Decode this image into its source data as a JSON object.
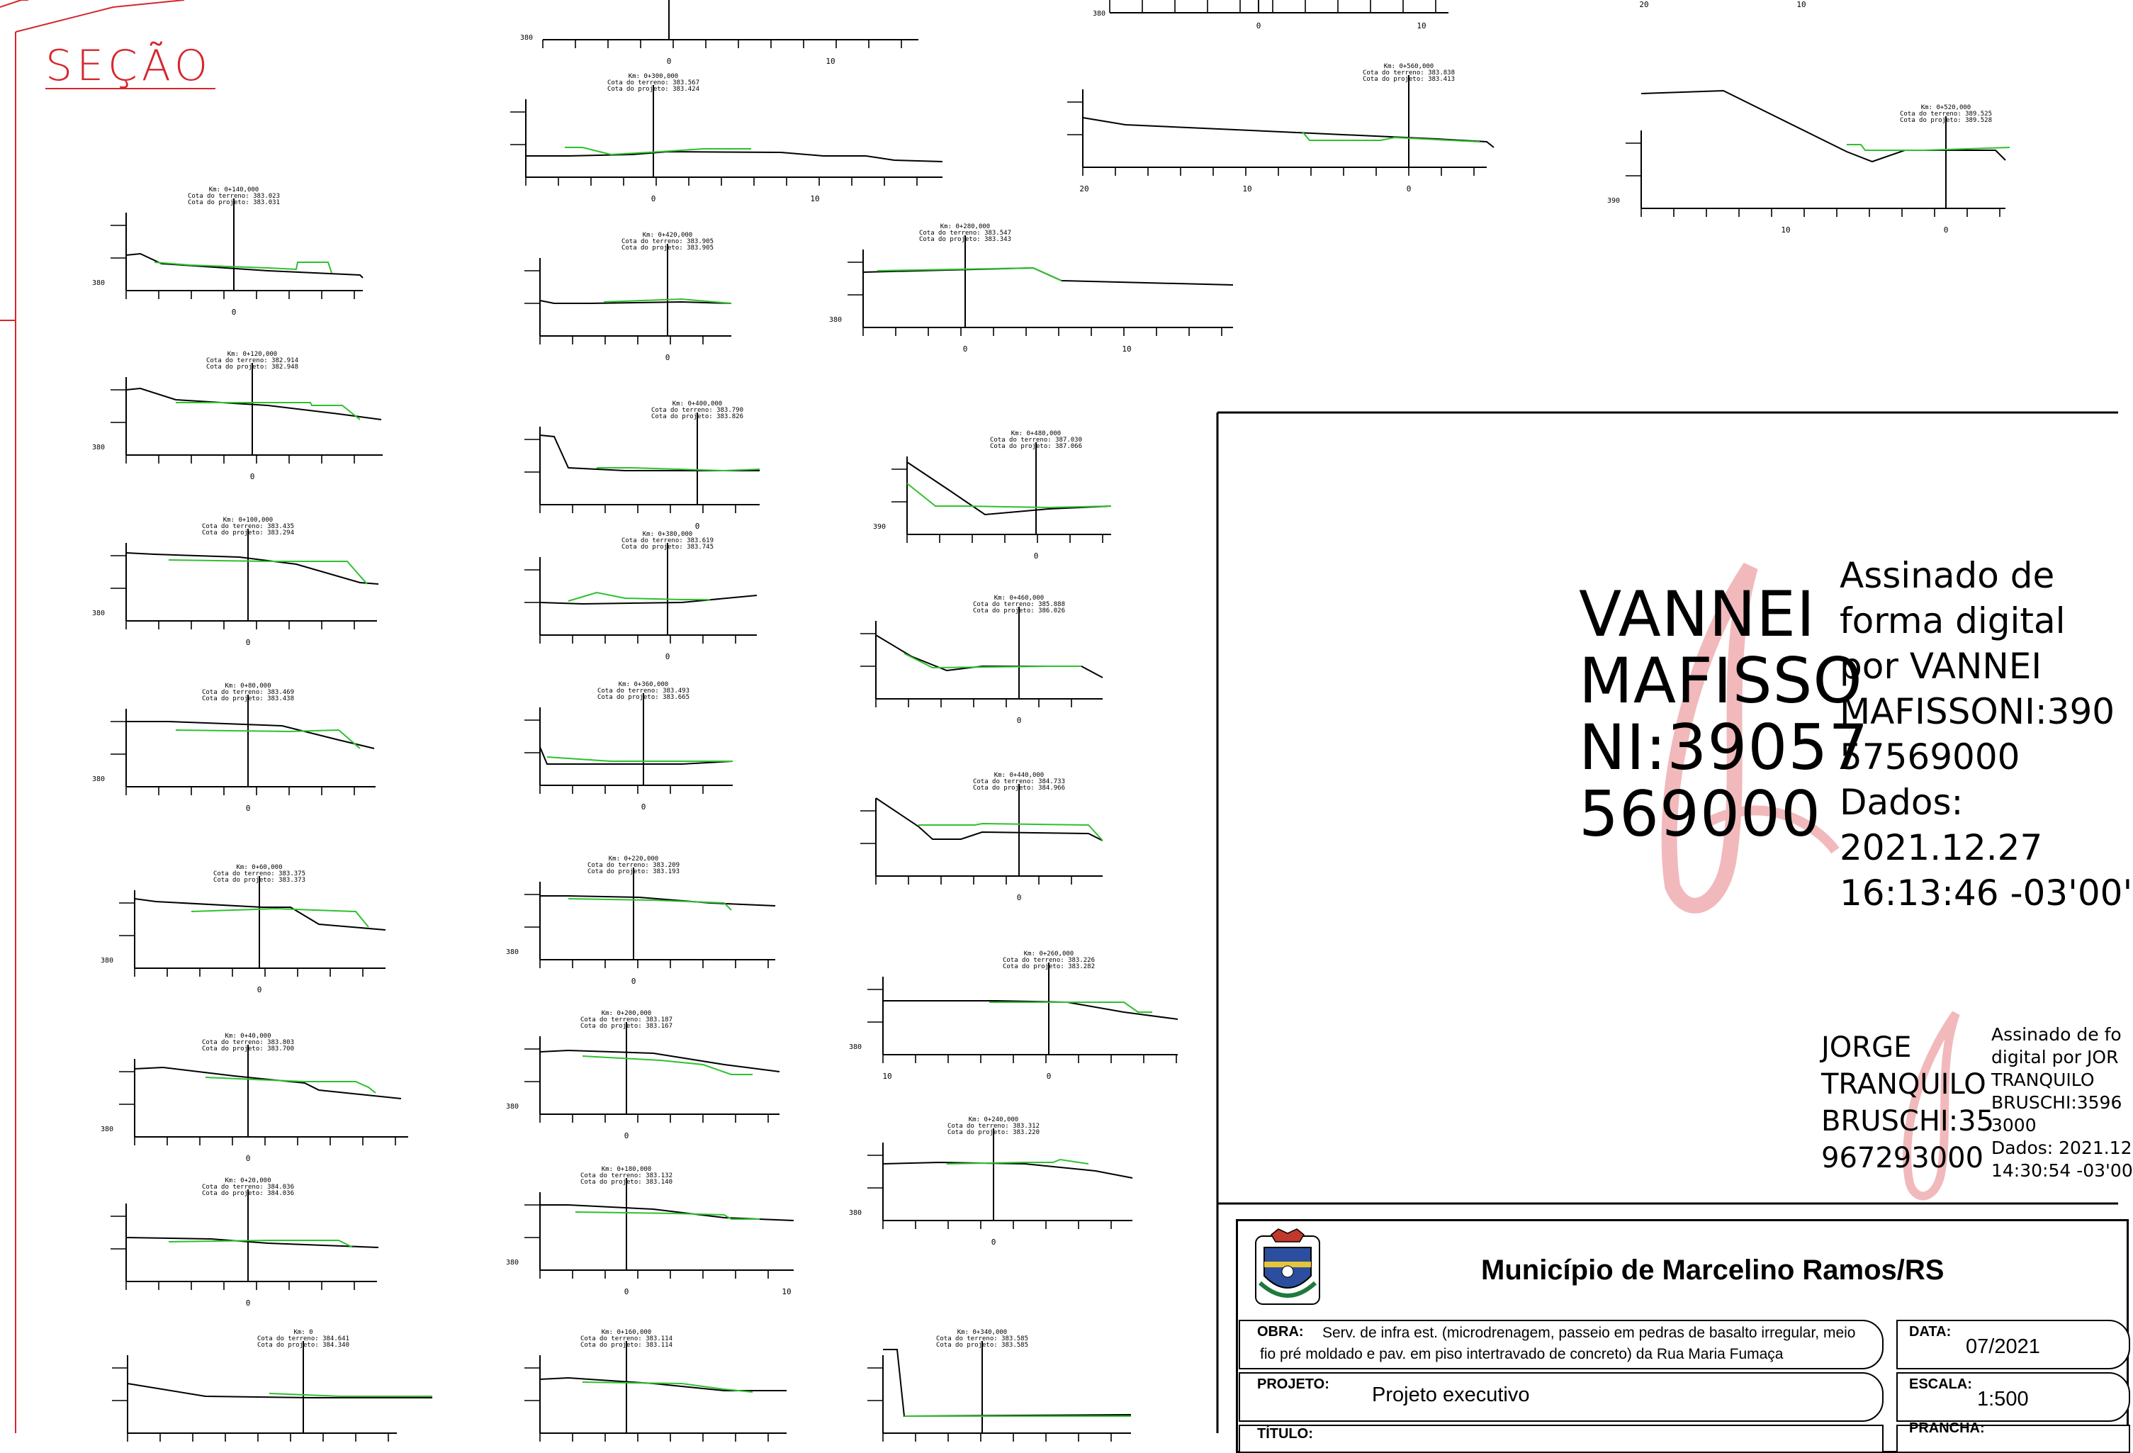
{
  "secao_title": "SEÇÃO",
  "scale_numbers": {
    "n380": "380",
    "n390": "390",
    "n0": "0",
    "n10": "10",
    "n20": "20"
  },
  "sections": [
    {
      "km": "Km: 0+140,000",
      "terreno": "Cota do terreno: 383.023",
      "projeto": "Cota do projeto: 383.031"
    },
    {
      "km": "Km: 0+120,000",
      "terreno": "Cota do terreno: 382.914",
      "projeto": "Cota do projeto: 382.948"
    },
    {
      "km": "Km: 0+100,000",
      "terreno": "Cota do terreno: 383.435",
      "projeto": "Cota do projeto: 383.294"
    },
    {
      "km": "Km: 0+80,000",
      "terreno": "Cota do terreno: 383.469",
      "projeto": "Cota do projeto: 383.438"
    },
    {
      "km": "Km: 0+60,000",
      "terreno": "Cota do terreno: 383.375",
      "projeto": "Cota do projeto: 383.373"
    },
    {
      "km": "Km: 0+40,000",
      "terreno": "Cota do terreno: 383.803",
      "projeto": "Cota do projeto: 383.700"
    },
    {
      "km": "Km: 0+20,000",
      "terreno": "Cota do terreno: 384.036",
      "projeto": "Cota do projeto: 384.036"
    },
    {
      "km": "Km: 0",
      "terreno": "Cota do terreno: 384.641",
      "projeto": "Cota do projeto: 384.340"
    },
    {
      "km": "Km: 0+300,000",
      "terreno": "Cota do terreno: 383.567",
      "projeto": "Cota do projeto: 383.424"
    },
    {
      "km": "Km: 0+420,000",
      "terreno": "Cota do terreno: 383.905",
      "projeto": "Cota do projeto: 383.905"
    },
    {
      "km": "Km: 0+400,000",
      "terreno": "Cota do terreno: 383.790",
      "projeto": "Cota do projeto: 383.826"
    },
    {
      "km": "Km: 0+380,000",
      "terreno": "Cota do terreno: 383.619",
      "projeto": "Cota do projeto: 383.745"
    },
    {
      "km": "Km: 0+360,000",
      "terreno": "Cota do terreno: 383.493",
      "projeto": "Cota do projeto: 383.665"
    },
    {
      "km": "Km: 0+220,000",
      "terreno": "Cota do terreno: 383.209",
      "projeto": "Cota do projeto: 383.193"
    },
    {
      "km": "Km: 0+200,000",
      "terreno": "Cota do terreno: 383.187",
      "projeto": "Cota do projeto: 383.167"
    },
    {
      "km": "Km: 0+180,000",
      "terreno": "Cota do terreno: 383.132",
      "projeto": "Cota do projeto: 383.140"
    },
    {
      "km": "Km: 0+160,000",
      "terreno": "Cota do terreno: 383.114",
      "projeto": "Cota do projeto: 383.114"
    },
    {
      "km": "Km: 0+280,000",
      "terreno": "Cota do terreno: 383.547",
      "projeto": "Cota do projeto: 383.343"
    },
    {
      "km": "Km: 0+480,000",
      "terreno": "Cota do terreno: 387.030",
      "projeto": "Cota do projeto: 387.066"
    },
    {
      "km": "Km: 0+460,000",
      "terreno": "Cota do terreno: 385.888",
      "projeto": "Cota do projeto: 386.026"
    },
    {
      "km": "Km: 0+440,000",
      "terreno": "Cota do terreno: 384.733",
      "projeto": "Cota do projeto: 384.966"
    },
    {
      "km": "Km: 0+260,000",
      "terreno": "Cota do terreno: 383.226",
      "projeto": "Cota do projeto: 383.282"
    },
    {
      "km": "Km: 0+240,000",
      "terreno": "Cota do terreno: 383.312",
      "projeto": "Cota do projeto: 383.220"
    },
    {
      "km": "Km: 0+340,000",
      "terreno": "Cota do terreno: 383.585",
      "projeto": "Cota do projeto: 383.585"
    },
    {
      "km": "Km: 0+560,000",
      "terreno": "Cota do terreno: 383.838",
      "projeto": "Cota do projeto: 383.413"
    },
    {
      "km": "Km: 0+520,000",
      "terreno": "Cota do terreno: 389.525",
      "projeto": "Cota do projeto: 389.528"
    }
  ],
  "signature1": {
    "name_lines": [
      "VANNEI",
      "MAFISSO",
      "NI:39057",
      "569000"
    ],
    "detail_lines": [
      "Assinado de",
      "forma digital",
      "por VANNEI",
      "MAFISSONI:390",
      "57569000",
      "Dados:",
      "2021.12.27",
      "16:13:46 -03'00'"
    ]
  },
  "signature2": {
    "name_lines": [
      "JORGE",
      "TRANQUILO",
      "BRUSCHI:35",
      "967293000"
    ],
    "detail_lines": [
      "Assinado de fo",
      "digital por JOR",
      "TRANQUILO",
      "BRUSCHI:3596",
      "3000",
      "Dados: 2021.12",
      "14:30:54 -03'00"
    ]
  },
  "title_block": {
    "municipality": "Município de Marcelino Ramos/RS",
    "obra_label": "OBRA:",
    "obra_line1": "Serv. de infra est. (microdrenagem, passeio em pedras de basalto irregular, meio",
    "obra_line2": "fio pré moldado  e pav. em piso intertravado de concreto) da Rua Maria Fumaça",
    "data_label": "DATA:",
    "data_value": "07/2021",
    "projeto_label": "PROJETO:",
    "projeto_value": "Projeto executivo",
    "escala_label": "ESCALA:",
    "escala_value": "1:500",
    "titulo_label": "TÍTULO:",
    "prancha_label": "PRANCHA:"
  }
}
